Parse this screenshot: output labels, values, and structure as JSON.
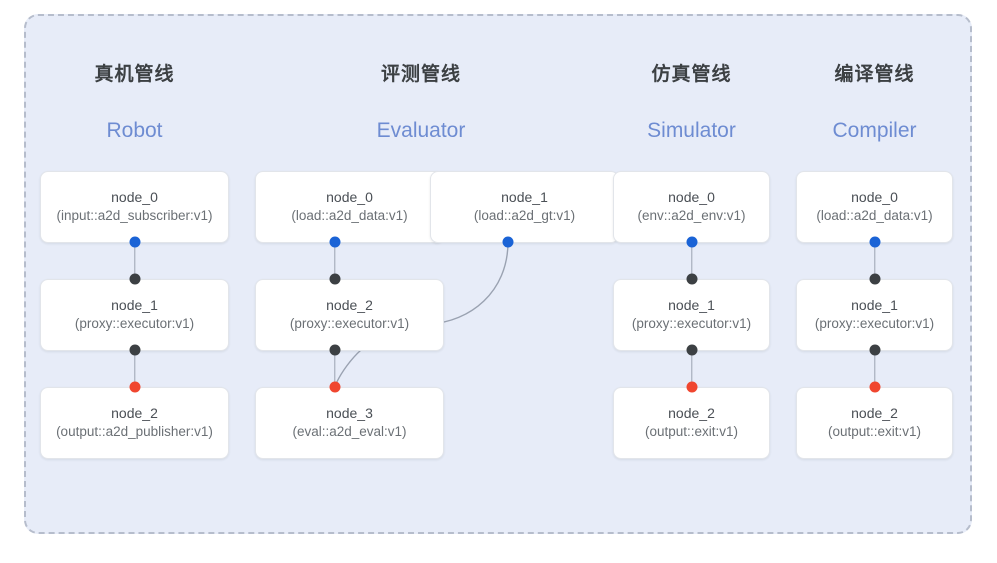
{
  "panel": {
    "background_color": "#e7ecf8",
    "border_color": "#b6bdcc",
    "border_style": "dashed"
  },
  "palette": {
    "dot_blue": "#1a63d6",
    "dot_black": "#3c4043",
    "dot_red": "#f0462f",
    "edge": "#9aa2b1",
    "cn_title": "#3c4043",
    "en_title": "#6e8cd2",
    "node_bg": "#ffffff",
    "node_border": "#e2e5ea"
  },
  "columns": [
    {
      "cn_title": "真机管线",
      "en_title": "Robot",
      "nodes": [
        {
          "name": "node_0",
          "spec": "(input::a2d_subscriber:v1)"
        },
        {
          "name": "node_1",
          "spec": "(proxy::executor:v1)"
        },
        {
          "name": "node_2",
          "spec": "(output::a2d_publisher:v1)"
        }
      ]
    },
    {
      "cn_title": "评测管线",
      "en_title": "Evaluator",
      "nodes": [
        {
          "name": "node_0",
          "spec": "(load::a2d_data:v1)"
        },
        {
          "name": "node_2",
          "spec": "(proxy::executor:v1)"
        },
        {
          "name": "node_3",
          "spec": "(eval::a2d_eval:v1)"
        }
      ],
      "side_node": {
        "name": "node_1",
        "spec": "(load::a2d_gt:v1)"
      }
    },
    {
      "cn_title": "仿真管线",
      "en_title": "Simulator",
      "nodes": [
        {
          "name": "node_0",
          "spec": "(env::a2d_env:v1)"
        },
        {
          "name": "node_1",
          "spec": "(proxy::executor:v1)"
        },
        {
          "name": "node_2",
          "spec": "(output::exit:v1)"
        }
      ]
    },
    {
      "cn_title": "编译管线",
      "en_title": "Compiler",
      "nodes": [
        {
          "name": "node_0",
          "spec": "(load::a2d_data:v1)"
        },
        {
          "name": "node_1",
          "spec": "(proxy::executor:v1)"
        },
        {
          "name": "node_2",
          "spec": "(output::exit:v1)"
        }
      ]
    }
  ]
}
